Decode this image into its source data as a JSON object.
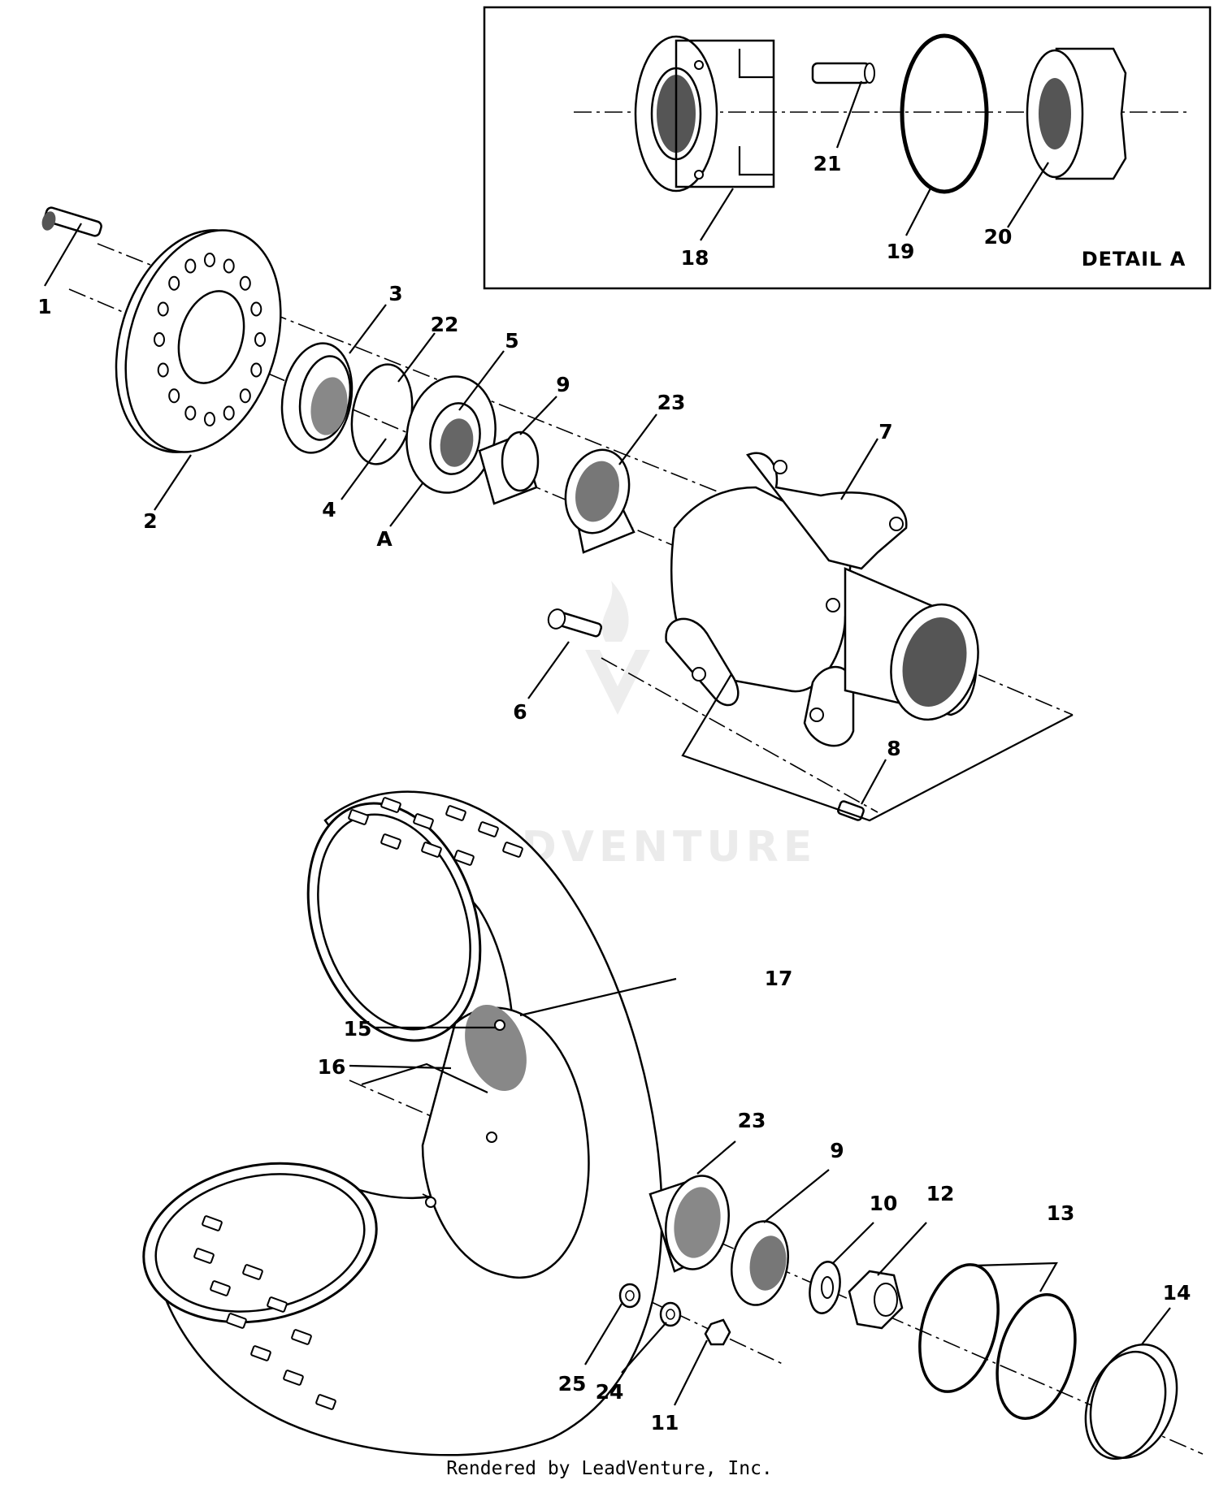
{
  "detail": {
    "title": "DETAIL A",
    "callouts": [
      "18",
      "19",
      "20",
      "21"
    ]
  },
  "callouts": {
    "c1": "1",
    "c2": "2",
    "c3": "3",
    "c4": "4",
    "c5": "5",
    "c6": "6",
    "c7": "7",
    "c8": "8",
    "c9a": "9",
    "c9b": "9",
    "c10": "10",
    "c11": "11",
    "c12": "12",
    "c13": "13",
    "c14": "14",
    "c15": "15",
    "c16": "16",
    "c17": "17",
    "c22": "22",
    "c23a": "23",
    "c23b": "23",
    "c24": "24",
    "c25": "25",
    "cA": "A"
  },
  "watermark": "LEADVENTURE",
  "footer": "Rendered by LeadVenture, Inc."
}
